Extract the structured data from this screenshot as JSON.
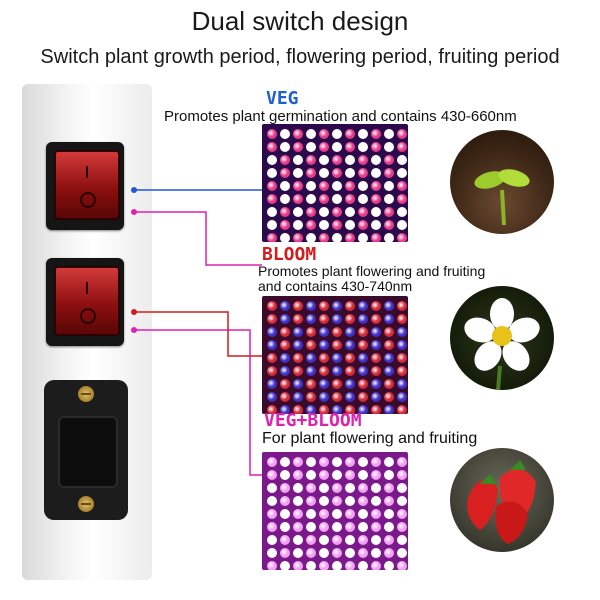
{
  "header": {
    "title": "Dual switch design",
    "subtitle": "Switch plant growth period, flowering period, fruiting period"
  },
  "switches": [
    {
      "top_mark": "I",
      "bottom_mark": "O"
    },
    {
      "top_mark": "I",
      "bottom_mark": "O"
    }
  ],
  "modes": [
    {
      "label": "VEG",
      "label_color": "#1f5fd1",
      "description": "Promotes plant germination and contains 430-660nm",
      "panel_colors": [
        "#e83a8a",
        "#3b3fd6",
        "#ffffff",
        "#c52f6e"
      ],
      "photo": "seedling"
    },
    {
      "label": "BLOOM",
      "label_color": "#d41c1c",
      "description_line1": "Promotes plant flowering and fruiting",
      "description_line2": "and contains 430-740nm",
      "panel_colors": [
        "#d42a3a",
        "#e23a6a",
        "#4030c8",
        "#ffffff"
      ],
      "photo": "flower"
    },
    {
      "label": "VEG+BLOOM",
      "label_color": "#e021b0",
      "description": "For plant flowering and fruiting",
      "panel_colors": [
        "#f0a0f0",
        "#e070e0",
        "#ffffff",
        "#c050d0"
      ],
      "photo": "strawberries"
    }
  ],
  "wires": {
    "veg": "#2255d8",
    "bloom": "#d41c1c",
    "both": "#e021b0"
  }
}
